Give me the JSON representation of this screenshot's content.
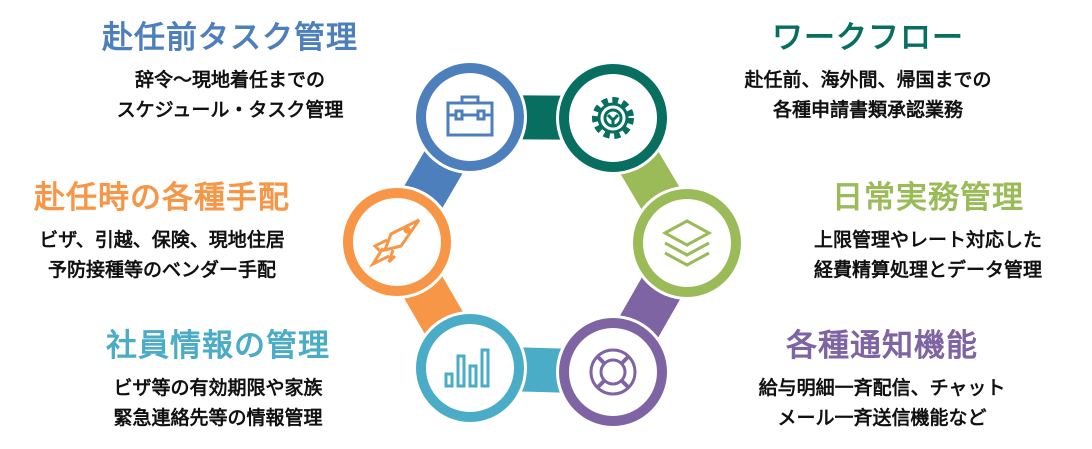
{
  "colors": {
    "blue": "#4e7fbd",
    "teal": "#076e60",
    "green": "#9bbb59",
    "purple": "#7e64a2",
    "cyan": "#4aacc6",
    "orange": "#f79646"
  },
  "items": [
    {
      "title": "赴任前タスク管理",
      "lines": [
        "辞令〜現地着任までの",
        "スケジュール・タスク管理"
      ],
      "icon": "briefcase-icon"
    },
    {
      "title": "ワークフロー",
      "lines": [
        "赴任前、海外間、帰国までの",
        "各種申請書類承認業務"
      ],
      "icon": "gear-icon"
    },
    {
      "title": "日常実務管理",
      "lines": [
        "上限管理やレート対応した",
        "経費精算処理とデータ管理"
      ],
      "icon": "layers-icon"
    },
    {
      "title": "各種通知機能",
      "lines": [
        "給与明細一斉配信、チャット",
        "メール一斉送信機能など"
      ],
      "icon": "lifebuoy-icon"
    },
    {
      "title": "社員情報の管理",
      "lines": [
        "ビザ等の有効期限や家族",
        "緊急連絡先等の情報管理"
      ],
      "icon": "bar-chart-icon"
    },
    {
      "title": "赴任時の各種手配",
      "lines": [
        "ビザ、引越、保険、現地住居",
        "予防接種等のベンダー手配"
      ],
      "icon": "rocket-icon"
    }
  ]
}
